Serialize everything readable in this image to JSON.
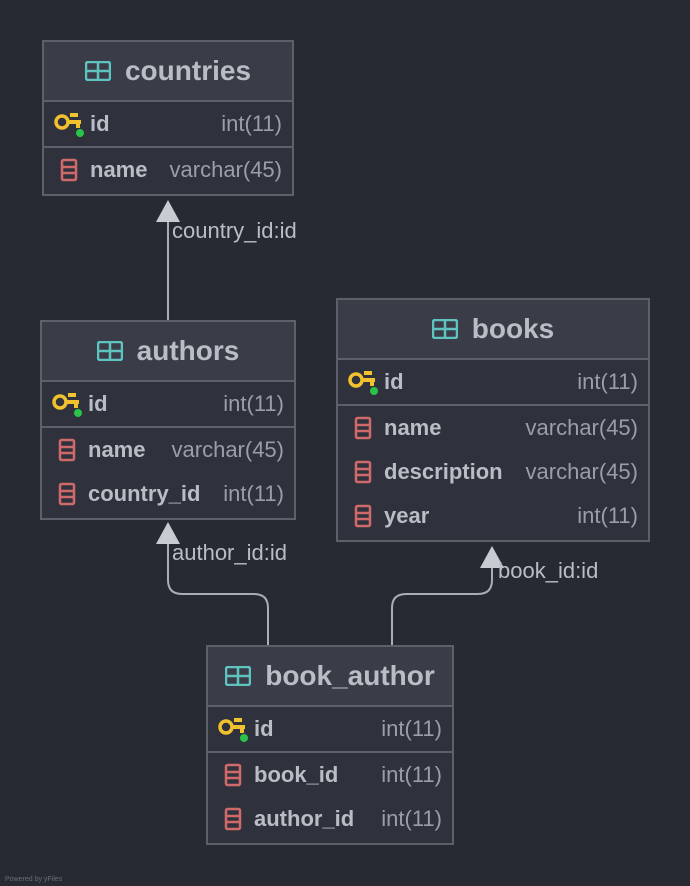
{
  "tables": {
    "countries": {
      "name": "countries",
      "pk": {
        "name": "id",
        "type": "int(11)"
      },
      "columns": [
        {
          "name": "name",
          "type": "varchar(45)"
        }
      ]
    },
    "authors": {
      "name": "authors",
      "pk": {
        "name": "id",
        "type": "int(11)"
      },
      "columns": [
        {
          "name": "name",
          "type": "varchar(45)"
        },
        {
          "name": "country_id",
          "type": "int(11)"
        }
      ]
    },
    "books": {
      "name": "books",
      "pk": {
        "name": "id",
        "type": "int(11)"
      },
      "columns": [
        {
          "name": "name",
          "type": "varchar(45)"
        },
        {
          "name": "description",
          "type": "varchar(45)"
        },
        {
          "name": "year",
          "type": "int(11)"
        }
      ]
    },
    "book_author": {
      "name": "book_author",
      "pk": {
        "name": "id",
        "type": "int(11)"
      },
      "columns": [
        {
          "name": "book_id",
          "type": "int(11)"
        },
        {
          "name": "author_id",
          "type": "int(11)"
        }
      ]
    }
  },
  "relations": {
    "authors_countries": "country_id:id",
    "book_author_authors": "author_id:id",
    "book_author_books": "book_id:id"
  },
  "footer": "Powered by yFiles",
  "colors": {
    "background": "#282a33",
    "header": "#3a3d47",
    "border": "#5c6068",
    "table_icon": "#5fc4c0",
    "key_icon": "#f2c12e",
    "column_icon": "#d06a6a"
  }
}
